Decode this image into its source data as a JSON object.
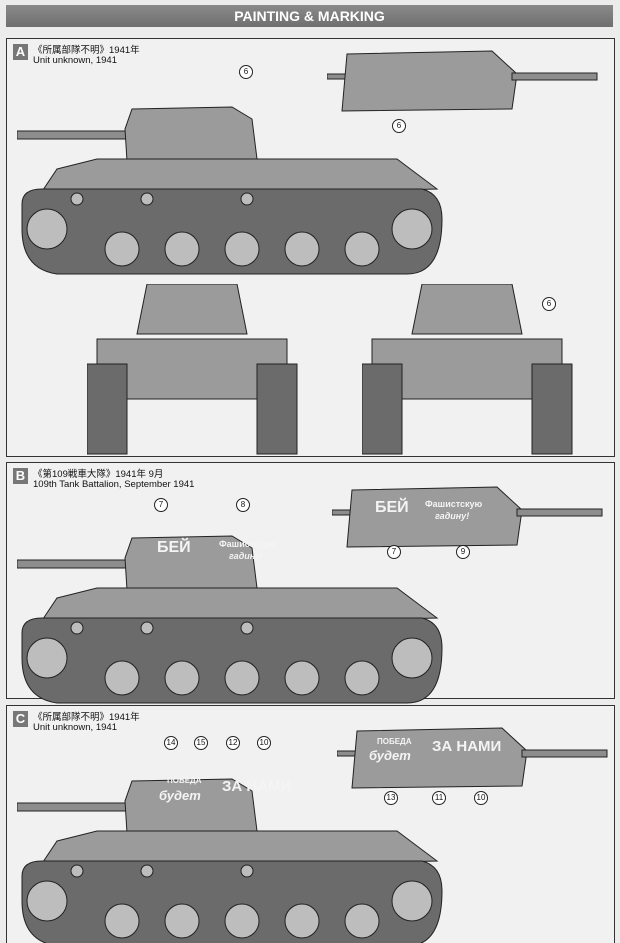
{
  "header": {
    "title": "PAINTING & MARKING"
  },
  "colors": {
    "tank": "#9b9b9b",
    "track": "#6b6b6b",
    "header": "#7c7c7c"
  },
  "panels": [
    {
      "letter": "A",
      "title_jp": "《所属部隊不明》1941年",
      "title_en": "Unit unknown, 1941",
      "callouts": [
        "6",
        "6",
        "6"
      ]
    },
    {
      "letter": "B",
      "title_jp": "《第109戦車大隊》1941年 9月",
      "title_en": "109th Tank Battalion, September 1941",
      "callouts": [
        "7",
        "8",
        "7",
        "9"
      ],
      "decals": {
        "word1": "БЕЙ",
        "word2": "Фашистскую",
        "word3": "гадину!"
      }
    },
    {
      "letter": "C",
      "title_jp": "《所属部隊不明》1941年",
      "title_en": "Unit unknown, 1941",
      "callouts": [
        "14",
        "15",
        "12",
        "10",
        "13",
        "11",
        "10"
      ],
      "decals": {
        "word1": "ПОБЕДА",
        "word2": "будет",
        "word3": "ЗА НАМИ"
      }
    }
  ]
}
